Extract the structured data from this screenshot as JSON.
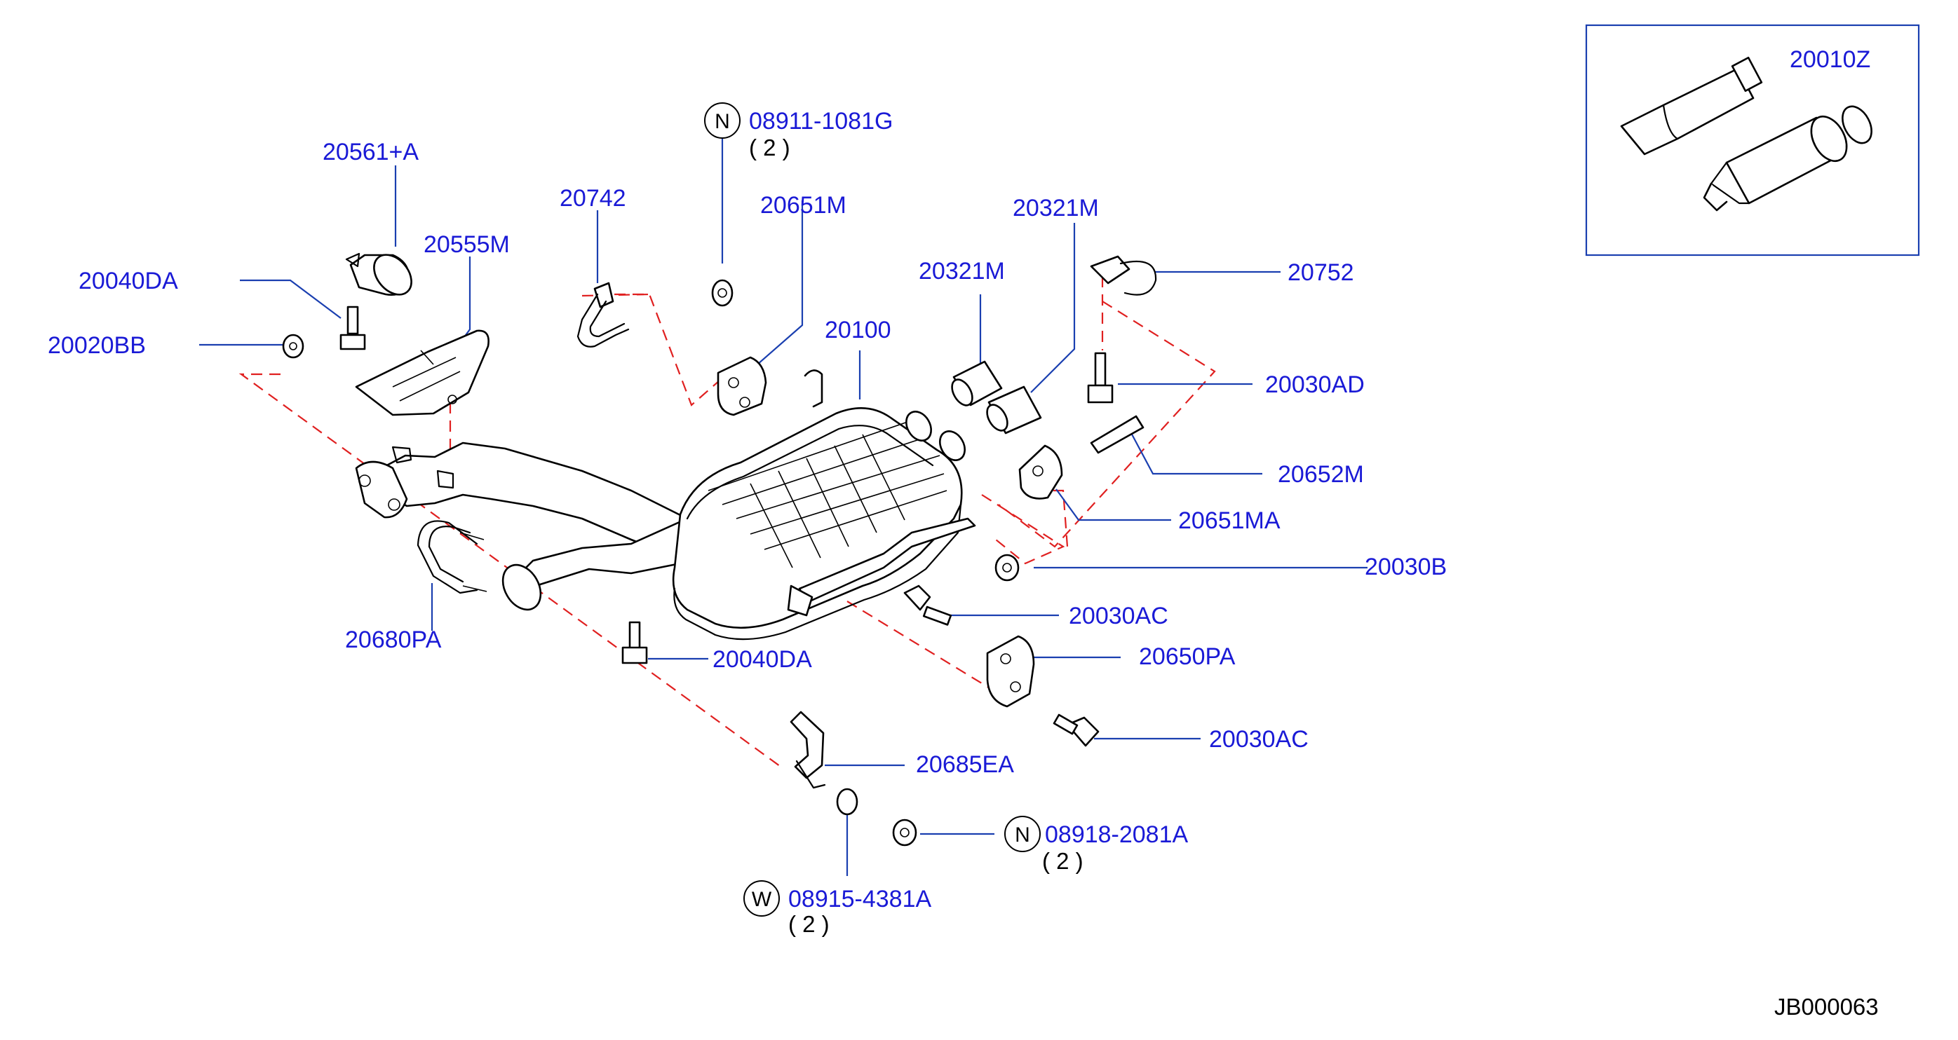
{
  "labels": {
    "p20561A": "20561+A",
    "p20742": "20742",
    "p08911": "08911-1081G",
    "p08911_qty": "( 2 )",
    "p20651M": "20651M",
    "p20321M_a": "20321M",
    "p20321M_b": "20321M",
    "p20752": "20752",
    "p20010Z": "20010Z",
    "p20555M": "20555M",
    "p20040DA_top": "20040DA",
    "p20020BB": "20020BB",
    "p20100": "20100",
    "p20030AD": "20030AD",
    "p20652M": "20652M",
    "p20651MA": "20651MA",
    "p20030B": "20030B",
    "p20030AC_a": "20030AC",
    "p20650PA": "20650PA",
    "p20680PA": "20680PA",
    "p20040DA_bot": "20040DA",
    "p20030AC_b": "20030AC",
    "p20685EA": "20685EA",
    "p08918": "08918-2081A",
    "p08918_qty": "( 2 )",
    "p08915": "08915-4381A",
    "p08915_qty": "( 2 )"
  },
  "circle_letters": {
    "n1": "N",
    "n2": "N",
    "w1": "W"
  },
  "diagram_code": "JB000063",
  "colors": {
    "label": "#1a1ad6",
    "leader": "#1a3fb0",
    "hidden_line": "#e02020"
  }
}
